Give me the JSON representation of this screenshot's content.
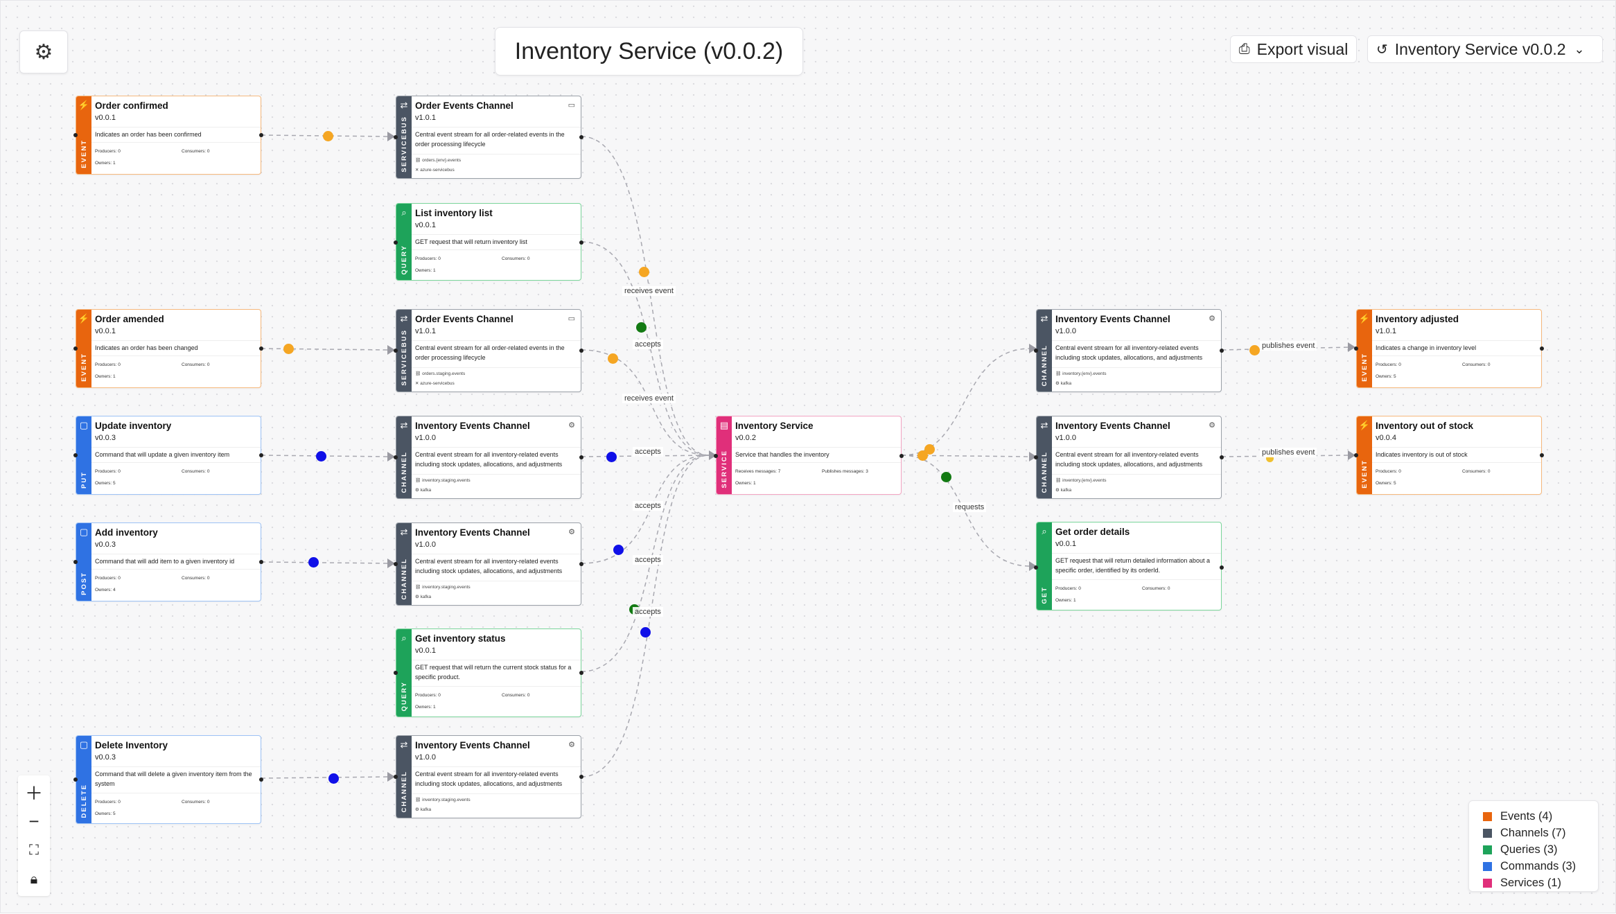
{
  "title": "Inventory Service (v0.0.2)",
  "toolbar": {
    "export_label": "Export visual",
    "version_label": "Inventory Service v0.0.2"
  },
  "colors": {
    "event": "#e8650e",
    "channel": "#4b5563",
    "query": "#1ea35a",
    "command": "#2f72e3",
    "service": "#e02f7a",
    "edge_orange": "#f5a623",
    "edge_blue": "#1010e8",
    "edge_green": "#137a13"
  },
  "nodes": {
    "order_confirmed": {
      "type": "EVENT",
      "title": "Order confirmed",
      "version": "v0.0.1",
      "description": "Indicates an order has been confirmed",
      "producers": "Producers: 0",
      "consumers": "Consumers: 0",
      "owners": "Owners: 1"
    },
    "order_events_channel_1": {
      "type": "SERVICEBUS",
      "title": "Order Events Channel",
      "version": "v1.0.1",
      "description": "Central event stream for all order-related events in the order processing lifecycle",
      "address": "orders.{env}.events",
      "protocol": "azure-servicebus"
    },
    "list_inventory": {
      "type": "QUERY",
      "title": "List inventory list",
      "version": "v0.0.1",
      "description": "GET request that will return inventory list",
      "producers": "Producers: 0",
      "consumers": "Consumers: 0",
      "owners": "Owners: 1"
    },
    "order_amended": {
      "type": "EVENT",
      "title": "Order amended",
      "version": "v0.0.1",
      "description": "Indicates an order has been changed",
      "producers": "Producers: 0",
      "consumers": "Consumers: 0",
      "owners": "Owners: 1"
    },
    "order_events_channel_2": {
      "type": "SERVICEBUS",
      "title": "Order Events Channel",
      "version": "v1.0.1",
      "description": "Central event stream for all order-related events in the order processing lifecycle",
      "address": "orders.staging.events",
      "protocol": "azure-servicebus"
    },
    "update_inventory": {
      "type": "PUT",
      "title": "Update inventory",
      "version": "v0.0.3",
      "description": "Command that will update a given inventory item",
      "producers": "Producers: 0",
      "consumers": "Consumers: 0",
      "owners": "Owners: 5"
    },
    "inv_channel_1": {
      "type": "CHANNEL",
      "title": "Inventory Events Channel",
      "version": "v1.0.0",
      "description": "Central event stream for all inventory-related events including stock updates, allocations, and adjustments",
      "address": "inventory.staging.events",
      "protocol": "kafka"
    },
    "add_inventory": {
      "type": "POST",
      "title": "Add inventory",
      "version": "v0.0.3",
      "description": "Command that will add item to a given inventory id",
      "producers": "Producers: 0",
      "consumers": "Consumers: 0",
      "owners": "Owners: 4"
    },
    "inv_channel_2": {
      "type": "CHANNEL",
      "title": "Inventory Events Channel",
      "version": "v1.0.0",
      "description": "Central event stream for all inventory-related events including stock updates, allocations, and adjustments",
      "address": "inventory.staging.events",
      "protocol": "kafka"
    },
    "get_inventory_status": {
      "type": "QUERY",
      "title": "Get inventory status",
      "version": "v0.0.1",
      "description": "GET request that will return the current stock status for a specific product.",
      "producers": "Producers: 0",
      "consumers": "Consumers: 0",
      "owners": "Owners: 1"
    },
    "delete_inventory": {
      "type": "DELETE",
      "title": "Delete Inventory",
      "version": "v0.0.3",
      "description": "Command that will delete a given inventory item from the system",
      "producers": "Producers: 0",
      "consumers": "Consumers: 0",
      "owners": "Owners: 5"
    },
    "inv_channel_3": {
      "type": "CHANNEL",
      "title": "Inventory Events Channel",
      "version": "v1.0.0",
      "description": "Central event stream for all inventory-related events including stock updates, allocations, and adjustments",
      "address": "inventory.staging.events",
      "protocol": "kafka"
    },
    "inventory_service": {
      "type": "SERVICE",
      "title": "Inventory Service",
      "version": "v0.0.2",
      "description": "Service that handles the inventory",
      "receives": "Receives messages: 7",
      "publishes": "Publishes messages: 3",
      "owners": "Owners: 1"
    },
    "inv_channel_out_1": {
      "type": "CHANNEL",
      "title": "Inventory Events Channel",
      "version": "v1.0.0",
      "description": "Central event stream for all inventory-related events including stock updates, allocations, and adjustments",
      "address": "inventory.{env}.events",
      "protocol": "kafka"
    },
    "inv_channel_out_2": {
      "type": "CHANNEL",
      "title": "Inventory Events Channel",
      "version": "v1.0.0",
      "description": "Central event stream for all inventory-related events including stock updates, allocations, and adjustments",
      "address": "inventory.{env}.events",
      "protocol": "kafka"
    },
    "get_order_details": {
      "type": "GET",
      "title": "Get order details",
      "version": "v0.0.1",
      "description": "GET request that will return detailed information about a specific order, identified by its orderId.",
      "producers": "Producers: 0",
      "consumers": "Consumers: 0",
      "owners": "Owners: 1"
    },
    "inventory_adjusted": {
      "type": "EVENT",
      "title": "Inventory adjusted",
      "version": "v1.0.1",
      "description": "Indicates a change in inventory level",
      "producers": "Producers: 0",
      "consumers": "Consumers: 0",
      "owners": "Owners: 5"
    },
    "inventory_out_of_stock": {
      "type": "EVENT",
      "title": "Inventory out of stock",
      "version": "v0.0.4",
      "description": "Indicates inventory is out of stock",
      "producers": "Producers: 0",
      "consumers": "Consumers: 0",
      "owners": "Owners: 5"
    }
  },
  "edge_labels": {
    "receives_event_1": "receives event",
    "accepts_1": "accepts",
    "receives_event_2": "receives event",
    "accepts_2": "accepts",
    "accepts_3": "accepts",
    "accepts_4": "accepts",
    "accepts_5": "accepts",
    "requests": "requests",
    "publishes_event_1": "publishes event",
    "publishes_event_2": "publishes event"
  },
  "legend": [
    {
      "label": "Events (4)",
      "color": "#e8650e"
    },
    {
      "label": "Channels (7)",
      "color": "#4b5563"
    },
    {
      "label": "Queries (3)",
      "color": "#1ea35a"
    },
    {
      "label": "Commands (3)",
      "color": "#2f72e3"
    },
    {
      "label": "Services (1)",
      "color": "#e02f7a"
    }
  ]
}
